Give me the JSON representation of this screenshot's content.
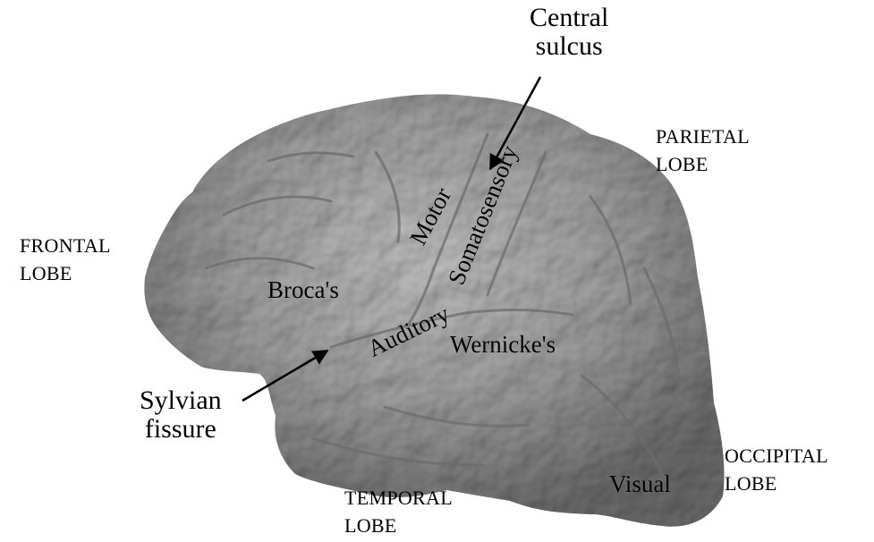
{
  "labels": {
    "frontal": [
      "FRONTAL",
      "LOBE"
    ],
    "parietal": [
      "PARIETAL",
      "LOBE"
    ],
    "temporal": [
      "TEMPORAL",
      "LOBE"
    ],
    "occipital": [
      "OCCIPITAL",
      "LOBE"
    ],
    "central_sulcus": [
      "Central",
      "sulcus"
    ],
    "sylvian_fissure": [
      "Sylvian",
      "fissure"
    ],
    "motor": "Motor",
    "somatosensory": "Somatosensory",
    "brocas": "Broca's",
    "auditory": "Auditory",
    "wernickes": "Wernicke's",
    "visual": "Visual"
  },
  "colors": {
    "background": "#ffffff",
    "brain_fill": "#9a9a9a",
    "text": "#000000"
  }
}
